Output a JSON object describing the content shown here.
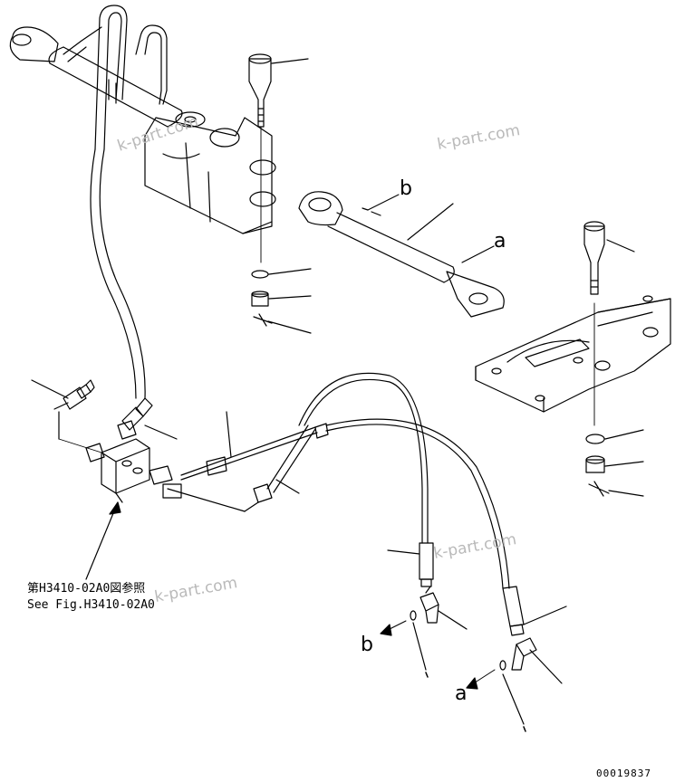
{
  "watermark": "k-part.com",
  "labels": {
    "a": "a",
    "b": "b"
  },
  "reference": {
    "jp": "第H3410-02A0図参照",
    "en": "See Fig.H3410-02A0"
  },
  "drawing_number": "00019837",
  "colors": {
    "line": "#000000",
    "watermark": "#b9b9b9",
    "background": "#ffffff"
  }
}
